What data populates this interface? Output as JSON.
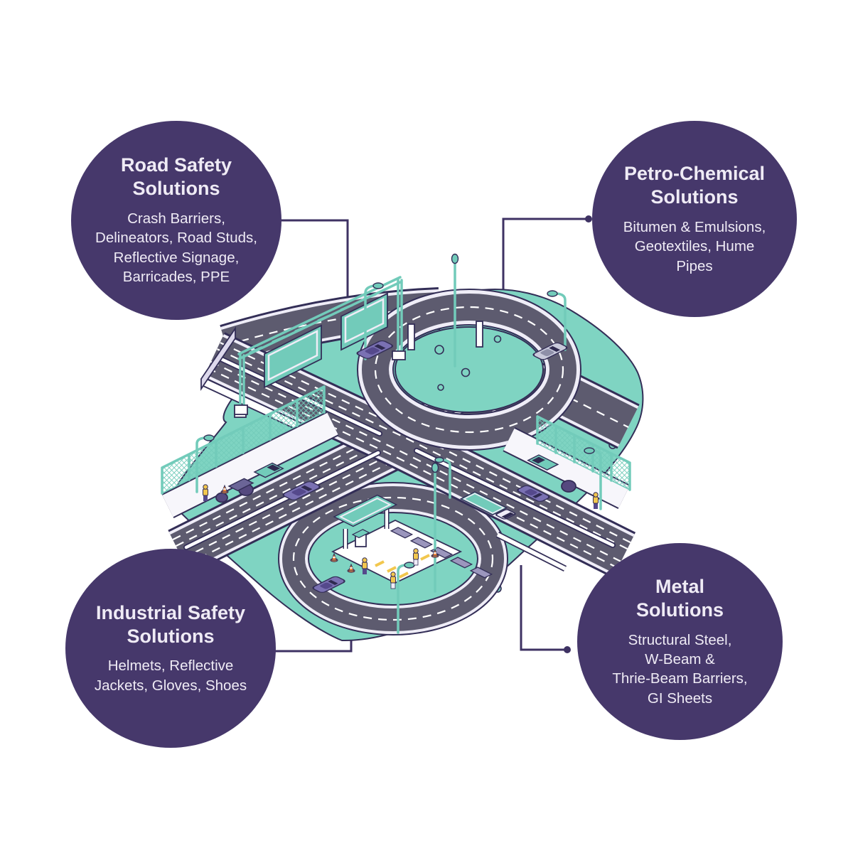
{
  "colors": {
    "bg": "#ffffff",
    "bubble": "#46386B",
    "bubbleText": "#EFEBF5",
    "connector": "#3E3263",
    "outline": "#332E57",
    "ground": "#7FD4C2",
    "tealBright": "#72CBBA",
    "asphalt": "#5D5B6F",
    "curb": "#EFEDF7",
    "dash": "#FFFFFF",
    "carPurple": "#7A71B3",
    "carDark": "#55498C",
    "silver": "#C9CADB",
    "glass": "#2F2A50",
    "yellow": "#F2C74E",
    "orange": "#EE8A3F",
    "slab": "#9B96BD",
    "white": "#FFFFFF",
    "shoulder": "#F7F6FB"
  },
  "bubbles": [
    {
      "id": "road-safety",
      "title": "Road Safety\nSolutions",
      "body": "Crash Barriers,\nDelineators, Road Studs,\nReflective Signage,\nBarricades, PPE"
    },
    {
      "id": "petro-chemical",
      "title": "Petro-Chemical\nSolutions",
      "body": "Bitumen & Emulsions,\nGeotextiles, Hume\nPipes"
    },
    {
      "id": "industrial-safety",
      "title": "Industrial Safety\nSolutions",
      "body": "Helmets, Reflective\nJackets, Gloves, Shoes"
    },
    {
      "id": "metal",
      "title": "Metal\nSolutions",
      "body": "Structural Steel,\nW-Beam &\nThrie-Beam Barriers,\nGI Sheets"
    }
  ]
}
